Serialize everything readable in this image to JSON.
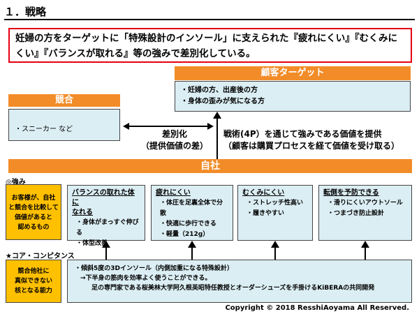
{
  "title": "１．戦略",
  "lead": "妊婦の方をターゲットに「特殊設計のインソール」に支えられた『疲れにくい』『むくみにくい』『バランスが取れる』等の強みで差別化している。",
  "target": {
    "header": "顧客ターゲット",
    "items": [
      "・妊婦の方、出産後の方",
      "・身体の歪みが気になる方"
    ]
  },
  "competition": {
    "header": "競合",
    "text": "・スニーカー  など"
  },
  "differentiation": {
    "line1": "差別化",
    "line2": "（提供価値の差）"
  },
  "tactics": {
    "line1": "戦術(4P）を通じて強みである価値を提供",
    "line2": "（顧客は購買プロセスを経て価値を受け取る）"
  },
  "self": {
    "header": "自社"
  },
  "strengths": {
    "label": "◎強み",
    "side": [
      "お客様が、自社",
      "と競合を比較して",
      "価値があると",
      "認めるもの"
    ],
    "boxes": [
      {
        "title": [
          "バランスの取れた体に",
          "なれる"
        ],
        "items": [
          "・身体がまっすぐ伸びる",
          "・体型改善"
        ]
      },
      {
        "title": [
          "疲れにくい"
        ],
        "items": [
          "・体圧を足裏全体で分散",
          "・快適に歩行できる",
          "・軽量（212g）"
        ]
      },
      {
        "title": [
          "むくみにくい"
        ],
        "items": [
          "・ストレッチ性高い",
          "・履きやすい"
        ]
      },
      {
        "title": [
          "転倒を予防できる"
        ],
        "items": [
          "・滑りにくいアウトソール",
          "・つまづき防止設計"
        ]
      }
    ]
  },
  "core": {
    "label": "★コア・コンピタンス",
    "side": [
      "競合他社に",
      "真似できない",
      "核となる能力"
    ],
    "lines": [
      "・傾斜5度の3Dインソール（内側加重になる特殊設計）",
      "→下半身の筋肉を効率よく使うことができる。",
      "足の専門家である桜美林大学阿久根英昭特任教授とオーダーシューズを手掛けるKiBERAの共同開発"
    ]
  },
  "copyright": "Copyright ©  2018 ResshiAoyama All  Reserved.",
  "colors": {
    "accent": "#f28c28",
    "box": "#dbeef4",
    "highlight": "#ffc000",
    "border_red": "#e60012"
  }
}
